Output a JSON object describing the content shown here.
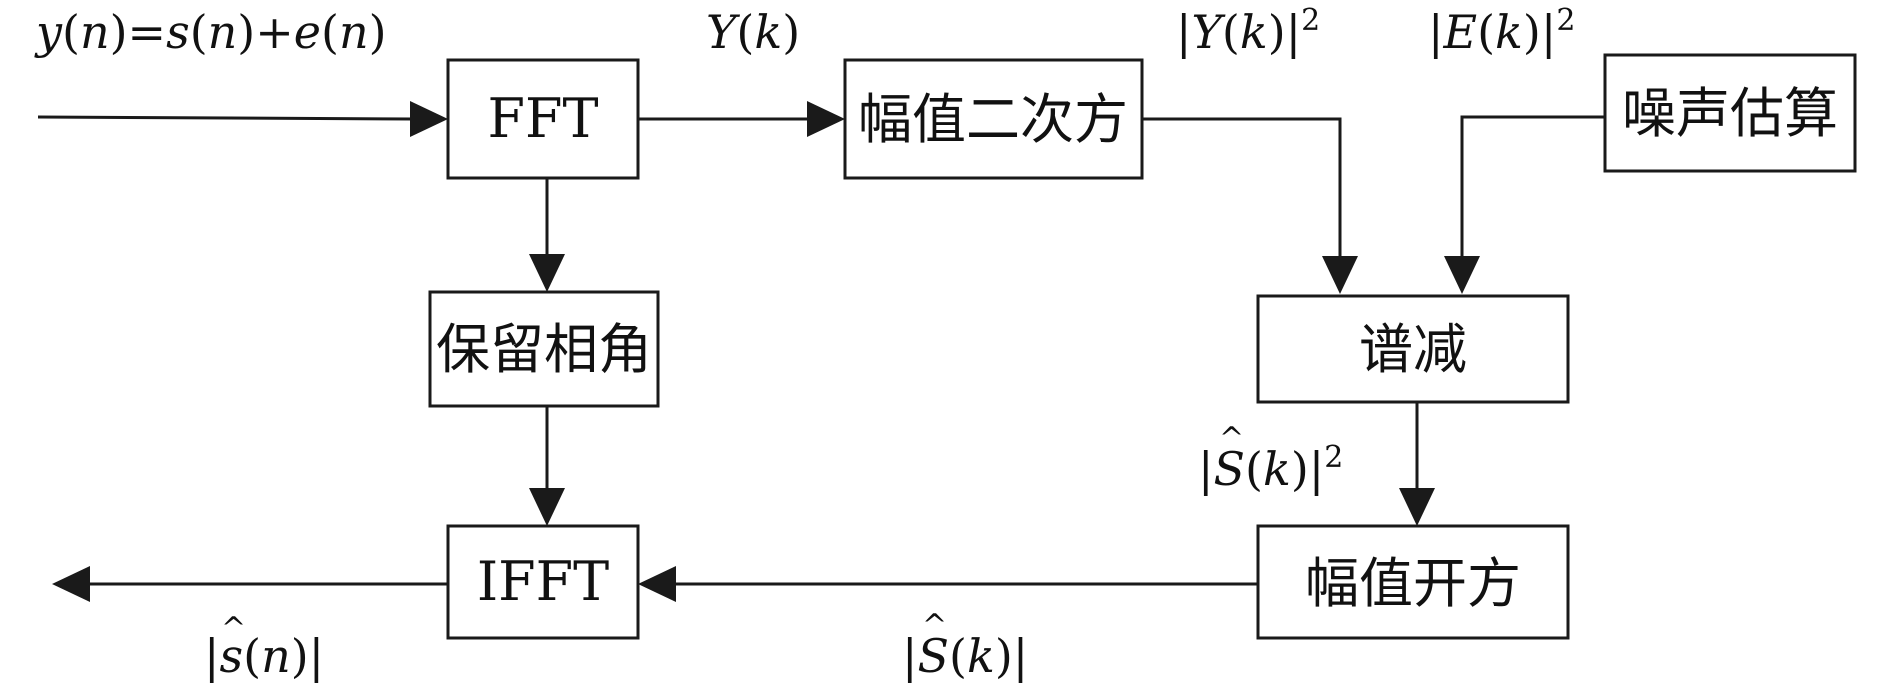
{
  "blocks": {
    "fft": "FFT",
    "magnitude_square": "幅值二次方",
    "noise_estimate": "噪声估算",
    "keep_phase": "保留相角",
    "spectral_subtraction": "谱减",
    "ifft": "IFFT",
    "magnitude_sqrt": "幅值开方"
  },
  "signals": {
    "input": {
      "y": "y",
      "n": "n",
      "eq": "=",
      "s": "s",
      "plus": "+",
      "e": "e"
    },
    "fft_out": {
      "Y": "Y",
      "k": "k"
    },
    "power": {
      "Y": "Y",
      "k": "k",
      "exp": "2"
    },
    "noise_power": {
      "E": "E",
      "k": "k",
      "exp": "2"
    },
    "clean_power": {
      "S": "S",
      "k": "k",
      "exp": "2"
    },
    "clean_mag": {
      "S": "S",
      "k": "k"
    },
    "output": {
      "s": "s",
      "n": "n"
    }
  },
  "symbols": {
    "hat": "^",
    "bar": "|",
    "lparen": "(",
    "rparen": ")"
  }
}
